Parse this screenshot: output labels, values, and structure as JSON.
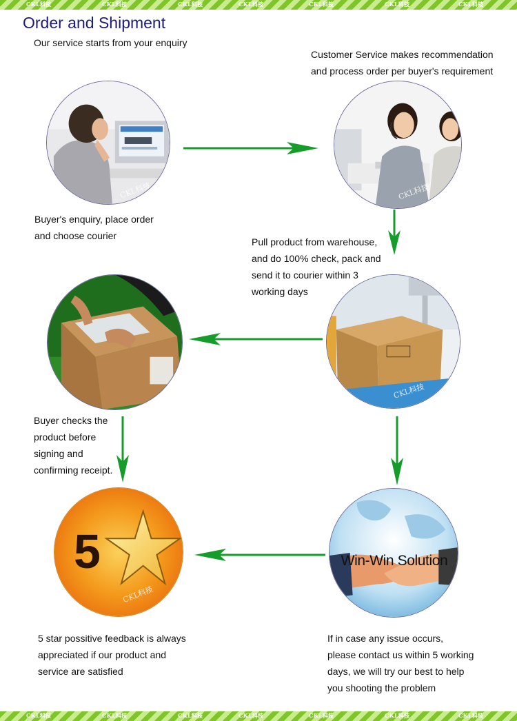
{
  "watermark_text": "CKL科技",
  "title": "Order and Shipment",
  "intro": "Our service starts from your enquiry",
  "steps": {
    "customer_service": [
      "Customer Service makes recommendation",
      "and process order per buyer's requirement"
    ],
    "enquiry": [
      "Buyer's enquiry, place order",
      "and choose courier"
    ],
    "warehouse": [
      "Pull product from warehouse,",
      "and do 100% check, pack and",
      "send it to courier within 3",
      "working days"
    ],
    "buyer_checks": [
      "Buyer checks the",
      "product before",
      "signing and",
      "confirming receipt."
    ],
    "feedback": [
      "5 star possitive feedback is always",
      "appreciated if our product and",
      "service are satisfied"
    ],
    "issue": [
      "If in case any  issue occurs,",
      "please contact us within 5 working",
      "days, we will try our best to help",
      "you shooting the problem"
    ]
  },
  "rating_number": "5",
  "handshake_caption": "Win-Win Solution",
  "colors": {
    "arrow": "#169c2a",
    "title": "#1c1c7a",
    "stripe": "#7fc52a"
  },
  "icons": [
    "woman-computer-image",
    "customer-service-image",
    "warehouse-box-image",
    "package-check-image",
    "five-star-image",
    "handshake-image"
  ]
}
